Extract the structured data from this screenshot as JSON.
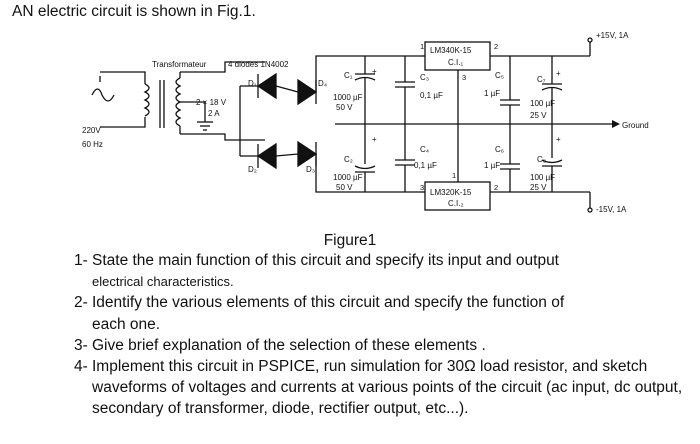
{
  "intro": "AN electric circuit  is shown in Fig.1.",
  "figure": {
    "caption": "Figure1",
    "labels": {
      "transformer": "Transformateur",
      "diodes": "4 diodes 1N4002",
      "source_v": "220V",
      "source_f": "60 Hz",
      "secondary_1": "2 × 18 V",
      "secondary_2": "2 A",
      "d1": "D₁",
      "d2": "D₂",
      "d3": "D₃",
      "d4": "D₄",
      "c1": "C₁",
      "c1_val": "1000 µF",
      "c1_v": "50 V",
      "c2": "C₂",
      "c2_val": "1000 µF",
      "c2_v": "50 V",
      "c3": "C₃",
      "c3_val": "0,1 µF",
      "c4": "C₄",
      "c4_val": "0,1 µF",
      "c5": "C₅",
      "c5_val": "1 µF",
      "c6": "C₆",
      "c6_val": "1 µF",
      "c7": "C₇",
      "c7_val": "100 µF",
      "c7_v": "25 V",
      "c8": "C₈",
      "c8_val": "100 µF",
      "c8_v": "25 V",
      "ic1_name": "LM340K-15",
      "ic1_ref": "C.I.₁",
      "ic2_name": "LM320K-15",
      "ic2_ref": "C.I.₂",
      "pin1": "1",
      "pin2": "2",
      "pin3": "3",
      "out_pos": "+15V, 1A",
      "ground": "Ground",
      "out_neg": "-15V, 1A",
      "plus": "+"
    }
  },
  "questions": [
    {
      "num": "1-",
      "text": "State the main function of this circuit and specify its input and output",
      "cont": "electrical characteristics."
    },
    {
      "num": "2-",
      "text": "Identify the various elements of this circuit and specify the function of",
      "cont": "each one."
    },
    {
      "num": "3-",
      "text": "Give brief explanation of the selection of these elements .",
      "cont": ""
    },
    {
      "num": "4-",
      "text": "Implement this circuit in PSPICE, run simulation for 30Ω load resistor, and",
      "cont": "sketch waveforms of voltages and currents at various points of the circuit (ac input, dc output, secondary of transformer, diode, rectifier output, etc...)."
    }
  ]
}
